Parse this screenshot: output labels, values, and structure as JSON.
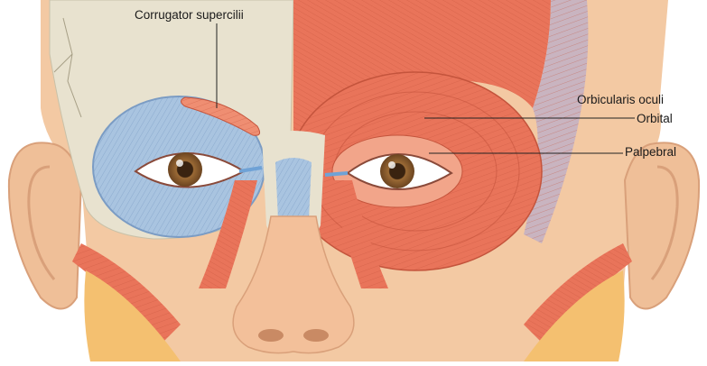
{
  "labels": {
    "corrugator": "Corrugator supercilii",
    "orbicularis": "Orbicularis oculi",
    "orbital": "Orbital",
    "palpebral": "Palpebral"
  },
  "colors": {
    "skin": "#f3c9a3",
    "skin_shadow": "#d9a07a",
    "bone": "#e8e2cf",
    "muscle": "#e9745a",
    "muscle_light": "#f2a58a",
    "fascia_blue": "#a9c4e0",
    "fat_yellow": "#f4c070",
    "iris": "#8a5a2b",
    "leader": "#222222"
  }
}
